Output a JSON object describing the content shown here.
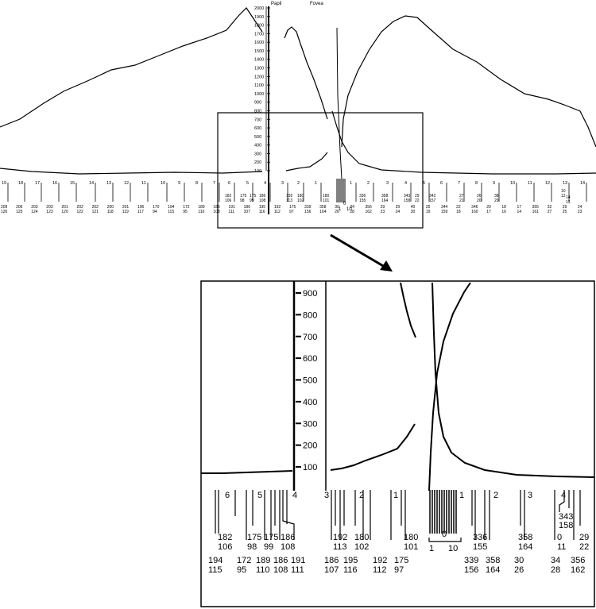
{
  "header": {
    "papil_label": "Papil",
    "fovea_label": "Fovea"
  },
  "top_panel": {
    "scale_labels": [
      "2000",
      "1900",
      "1800",
      "1700",
      "1600",
      "1500",
      "1400",
      "1300",
      "1200",
      "1100",
      "1000",
      "900",
      "800",
      "700",
      "600",
      "500",
      "400",
      "300",
      "200",
      "100"
    ],
    "index_labels": [
      "19",
      "18",
      "17",
      "16",
      "15",
      "14",
      "13",
      "12",
      "11",
      "10",
      "9",
      "8",
      "7",
      "6",
      "5",
      "4",
      "3",
      "2",
      "1",
      "1",
      "2",
      "3",
      "4",
      "5",
      "6",
      "7",
      "8",
      "9",
      "10",
      "11",
      "12",
      "13",
      "14"
    ],
    "bottom_pairs": [
      [
        "209",
        "126"
      ],
      [
        "206",
        "125"
      ],
      [
        "203",
        "124"
      ],
      [
        "203",
        "123"
      ],
      [
        "201",
        "120"
      ],
      [
        "202",
        "122"
      ],
      [
        "202",
        "121"
      ],
      [
        "200",
        "118"
      ],
      [
        "201",
        "119"
      ],
      [
        "196",
        "117"
      ],
      [
        "170",
        "94"
      ],
      [
        "194",
        "115"
      ],
      [
        "172",
        "95"
      ],
      [
        "189",
        "110"
      ],
      [
        "186",
        "108"
      ],
      [
        "191",
        "111"
      ],
      [
        "186",
        "107"
      ],
      [
        "195",
        "116"
      ],
      [
        "192",
        "112"
      ],
      [
        "175",
        "97"
      ],
      [
        "339",
        "156"
      ],
      [
        "358",
        "164"
      ],
      [
        "30",
        "26"
      ],
      [
        "34",
        "28"
      ],
      [
        "356",
        "162"
      ],
      [
        "29",
        "23"
      ],
      [
        "29",
        "24"
      ],
      [
        "40",
        "30"
      ],
      [
        "25",
        "19"
      ],
      [
        "344",
        "159"
      ],
      [
        "22",
        "18"
      ],
      [
        "346",
        "160"
      ],
      [
        "20",
        "17"
      ],
      [
        "18",
        "16"
      ],
      [
        "17",
        "14"
      ],
      [
        "355",
        "161"
      ],
      [
        "32",
        "27"
      ],
      [
        "29",
        "25"
      ],
      [
        "24",
        "23"
      ]
    ],
    "mid_pairs": [
      [
        "182",
        "106"
      ],
      [
        "175",
        "98"
      ],
      [
        "175",
        "99"
      ],
      [
        "186",
        "108"
      ],
      [
        "192",
        "113"
      ],
      [
        "180",
        "102"
      ],
      [
        "180",
        "101"
      ],
      [
        "336",
        "155"
      ],
      [
        "358",
        "164"
      ],
      [
        "343",
        "158"
      ],
      [
        "29",
        "22"
      ],
      [
        "342",
        "157"
      ],
      [
        "27",
        "21"
      ],
      [
        "26",
        "20"
      ],
      [
        "38",
        "29"
      ],
      [
        "10",
        "12"
      ],
      [
        "14",
        "13"
      ]
    ],
    "center_labels": [
      "0",
      "1",
      "10"
    ]
  },
  "zoom_panel": {
    "scale_labels": [
      "900",
      "800",
      "700",
      "600",
      "500",
      "400",
      "300",
      "200",
      "100"
    ],
    "index_labels": {
      "i6": "6",
      "i5": "5",
      "i4l": "4",
      "i3l": "3",
      "i2l": "2",
      "i1l": "1",
      "i1r": "1",
      "i2r": "2",
      "i3r": "3",
      "i4r": "4"
    },
    "mid_pairs": {
      "a": [
        "182",
        "106"
      ],
      "b": [
        "175",
        "98"
      ],
      "c": [
        "175",
        "99"
      ],
      "d": [
        "186",
        "108"
      ],
      "e": [
        "192",
        "113"
      ],
      "f": [
        "180",
        "102"
      ],
      "g": [
        "180",
        "101"
      ],
      "h": [
        "336",
        "155"
      ],
      "i": [
        "358",
        "164"
      ],
      "j": [
        "343",
        "158"
      ],
      "k": [
        "29",
        "22"
      ]
    },
    "bottom_pairs": {
      "a": [
        "194",
        "115"
      ],
      "b": [
        "172",
        "95"
      ],
      "c": [
        "189",
        "110"
      ],
      "d": [
        "186",
        "108"
      ],
      "e": [
        "191",
        "111"
      ],
      "f": [
        "186",
        "107"
      ],
      "g": [
        "195",
        "116"
      ],
      "h": [
        "192",
        "112"
      ],
      "i": [
        "175",
        "97"
      ],
      "j": [
        "339",
        "156"
      ],
      "k": [
        "358",
        "164"
      ],
      "l": [
        "30",
        "26"
      ],
      "m": [
        "34",
        "28"
      ],
      "n": [
        "356",
        "162"
      ]
    },
    "zero_label": "0",
    "one_label": "1",
    "ten_label": "10",
    "pair_0_11": [
      "0",
      "11"
    ]
  }
}
